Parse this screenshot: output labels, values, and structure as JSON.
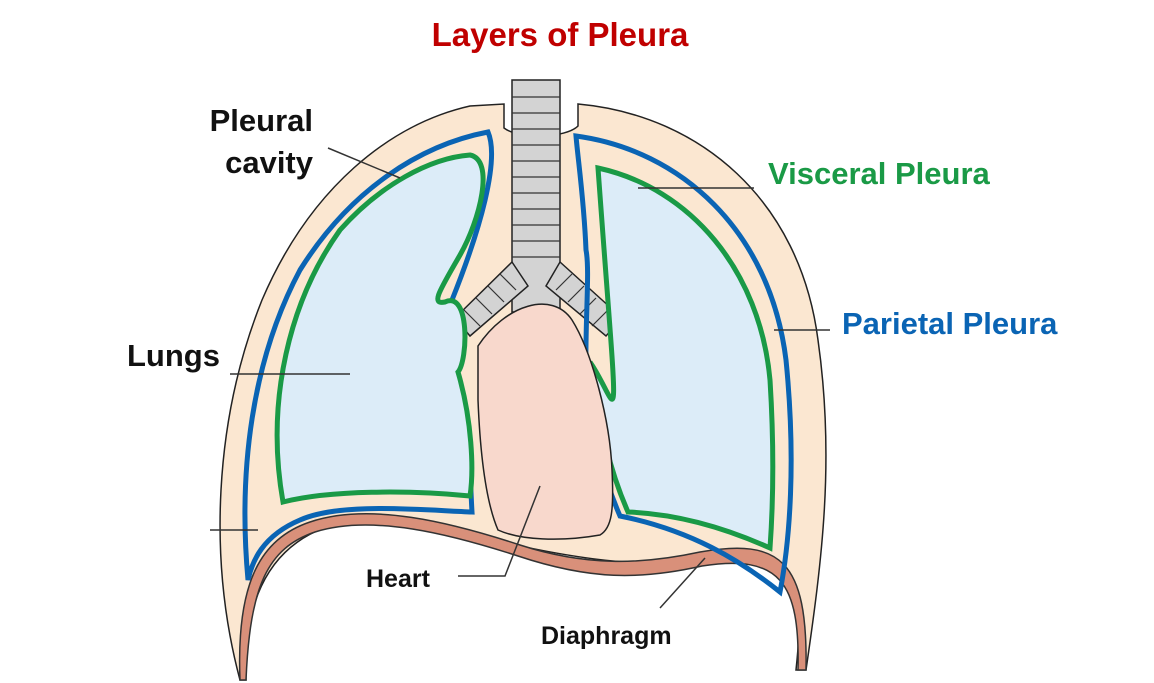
{
  "title": "Layers of Pleura",
  "labels": {
    "pleural_cavity_line1": "Pleural",
    "pleural_cavity_line2": "cavity",
    "lungs": "Lungs",
    "visceral_pleura": "Visceral Pleura",
    "parietal_pleura": "Parietal Pleura",
    "heart": "Heart",
    "diaphragm": "Diaphragm"
  },
  "colors": {
    "title": "#c00000",
    "visceral_pleura": "#1a9a46",
    "parietal_pleura": "#0a64b4",
    "label_text": "#111111",
    "thoracic_wall": "#fbe7d1",
    "lung_fill": "#dcecf8",
    "heart_fill": "#f8d8cc",
    "diaphragm": "#d9907a",
    "trachea": "#d3d3d3"
  }
}
